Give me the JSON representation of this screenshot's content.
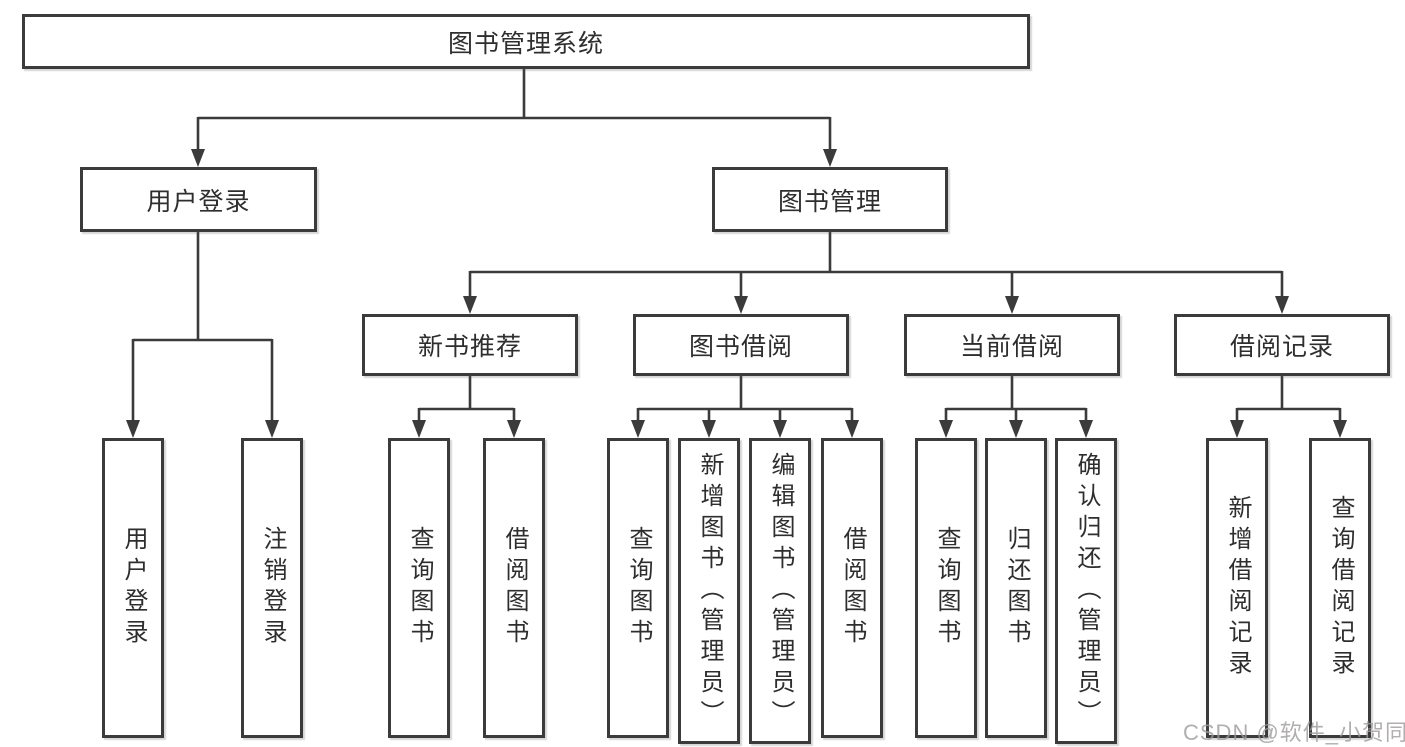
{
  "canvas": {
    "background": "#ffffff",
    "line_color": "#3b3b3b",
    "text_color": "#2e2e2e"
  },
  "watermark": {
    "text": "CSDN @软件_小贺同学",
    "color": "rgba(158,154,154,0.8)"
  },
  "nodes": {
    "root": "图书管理系统",
    "user_login": "用户登录",
    "book_mgmt": "图书管理",
    "new_book_rec": "新书推荐",
    "book_borrow": "图书借阅",
    "current_borrow": "当前借阅",
    "borrow_records": "借阅记录",
    "leaf_user_login": "用户登录",
    "leaf_logout": "注销登录",
    "leaf_query_book_rec": "查询图书",
    "leaf_borrow_book_rec": "借阅图书",
    "leaf_query_book_borrow": "查询图书",
    "leaf_add_book": "新增图书（管理员）",
    "leaf_edit_book": "编辑图书（管理员）",
    "leaf_borrow_book_borrow": "借阅图书",
    "leaf_query_book_current": "查询图书",
    "leaf_return_book": "归还图书",
    "leaf_confirm_return": "确认归还（管理员）",
    "leaf_add_borrow_record": "新增借阅记录",
    "leaf_query_borrow_record": "查询借阅记录"
  },
  "hierarchy": {
    "label": "图书管理系统",
    "children": [
      {
        "label": "用户登录",
        "children": [
          {
            "label": "用户登录"
          },
          {
            "label": "注销登录"
          }
        ]
      },
      {
        "label": "图书管理",
        "children": [
          {
            "label": "新书推荐",
            "children": [
              {
                "label": "查询图书"
              },
              {
                "label": "借阅图书"
              }
            ]
          },
          {
            "label": "图书借阅",
            "children": [
              {
                "label": "查询图书"
              },
              {
                "label": "新增图书（管理员）"
              },
              {
                "label": "编辑图书（管理员）"
              },
              {
                "label": "借阅图书"
              }
            ]
          },
          {
            "label": "当前借阅",
            "children": [
              {
                "label": "查询图书"
              },
              {
                "label": "归还图书"
              },
              {
                "label": "确认归还（管理员）"
              }
            ]
          },
          {
            "label": "借阅记录",
            "children": [
              {
                "label": "新增借阅记录"
              },
              {
                "label": "查询借阅记录"
              }
            ]
          }
        ]
      }
    ]
  }
}
